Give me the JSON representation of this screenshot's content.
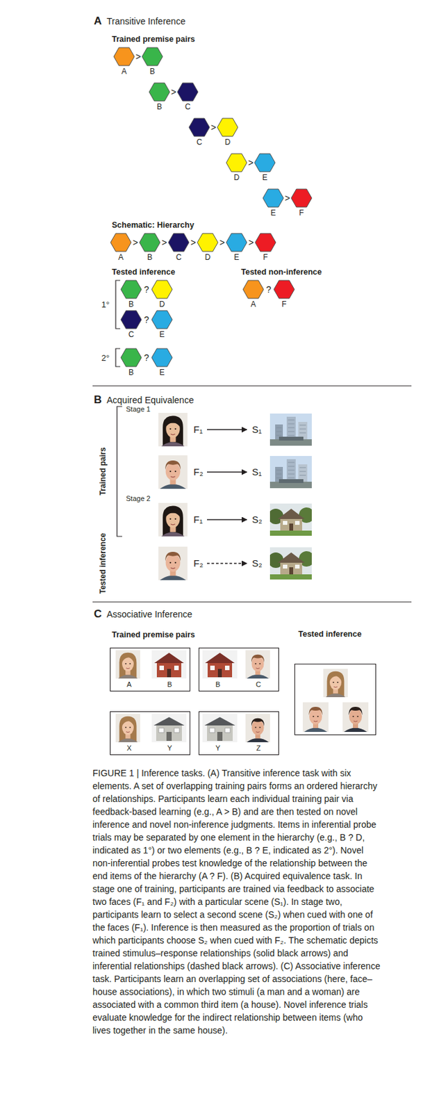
{
  "diagram": {
    "caption": "FIGURE 1 | Inference tasks. (A) Transitive inference task with six elements. A set of overlapping training pairs forms an ordered hierarchy of relationships. Participants learn each individual training pair via feedback-based learning (e.g., A > B) and are then tested on novel inference and novel non-inference judgments. Items in inferential probe trials may be separated by one element in the hierarchy (e.g., B ? D, indicated as 1°) or two elements (e.g., B ? E, indicated as 2°). Novel non-inferential probes test knowledge of the relationship between the end items of the hierarchy (A ? F). (B) Acquired equivalence task. In stage one of training, participants are trained via feedback to associate two faces (F₁ and F₂) with a particular scene (S₁). In stage two, participants learn to select a second scene (S₂) when cued with one of the faces (F₁). Inference is then measured as the proportion of trials on which participants choose S₂ when cued with F₂. The schematic depicts trained stimulus–response relationships (solid black arrows) and inferential relationships (dashed black arrows). (C) Associative inference task. Participants learn an overlapping set of associations (here, face–house associations), in which two stimuli (a man and a woman) are associated with a common third item (a house). Novel inference trials evaluate knowledge for the indirect relationship between items (who lives together in the same house).",
    "nodes": [
      {
        "text": [
          "A"
        ]
      },
      {
        "text": [
          "B"
        ]
      },
      {
        "text": [
          "B"
        ]
      },
      {
        "text": [
          "C"
        ]
      },
      {
        "text": [
          "C"
        ]
      },
      {
        "text": [
          "D"
        ]
      },
      {
        "text": [
          "D"
        ]
      },
      {
        "text": [
          "E"
        ]
      },
      {
        "text": [
          "E"
        ]
      },
      {
        "text": [
          "F"
        ]
      },
      {
        "text": [
          "A"
        ]
      },
      {
        "text": [
          "B"
        ]
      },
      {
        "text": [
          "C"
        ]
      },
      {
        "text": [
          "D"
        ]
      },
      {
        "text": [
          "E"
        ]
      },
      {
        "text": [
          "F"
        ]
      },
      {
        "text": [
          "B"
        ]
      },
      {
        "text": [
          "D"
        ]
      },
      {
        "text": [
          "C"
        ]
      },
      {
        "text": [
          "E"
        ]
      },
      {
        "text": [
          "B"
        ]
      },
      {
        "text": [
          "E"
        ]
      },
      {
        "text": [
          "A"
        ]
      },
      {
        "text": [
          "F"
        ]
      },
      {
        "text": [
          "F₁"
        ]
      },
      {
        "text": [
          "S₁"
        ]
      },
      {
        "text": [
          "F₂"
        ]
      },
      {
        "text": [
          "S₁"
        ]
      },
      {
        "text": [
          "F₁"
        ]
      },
      {
        "text": [
          "S₂"
        ]
      },
      {
        "text": [
          "F₂"
        ]
      },
      {
        "text": [
          "S₂"
        ]
      },
      {
        "text": [
          "A",
          "B"
        ]
      },
      {
        "text": [
          "B",
          "C"
        ]
      },
      {
        "text": [
          "X",
          "Y"
        ]
      },
      {
        "text": [
          "Y",
          "Z"
        ]
      },
      {
        "text": [
          "Tested inference"
        ]
      }
    ],
    "edges": [
      {
        "from": 24,
        "to": 25,
        "arrow": "to"
      },
      {
        "from": 26,
        "to": 27,
        "arrow": "to"
      },
      {
        "from": 28,
        "to": 29,
        "arrow": "to"
      },
      {
        "from": 30,
        "to": 31,
        "arrow": "to"
      }
    ],
    "labels": [
      "A",
      "Transitive Inference",
      "Trained premise pairs",
      ">",
      ">",
      ">",
      ">",
      ">",
      "Schematic: Hierarchy",
      ">",
      ">",
      ">",
      ">",
      ">",
      "Tested inference",
      "Tested non-inference",
      "1°",
      "?",
      "?",
      "2°",
      "?",
      "?",
      "B",
      "Acquired Equivalence",
      "Trained pairs",
      "Stage 1",
      "Stage 2",
      "Tested inference",
      "C",
      "Associative Inference",
      "Trained premise pairs"
    ]
  }
}
